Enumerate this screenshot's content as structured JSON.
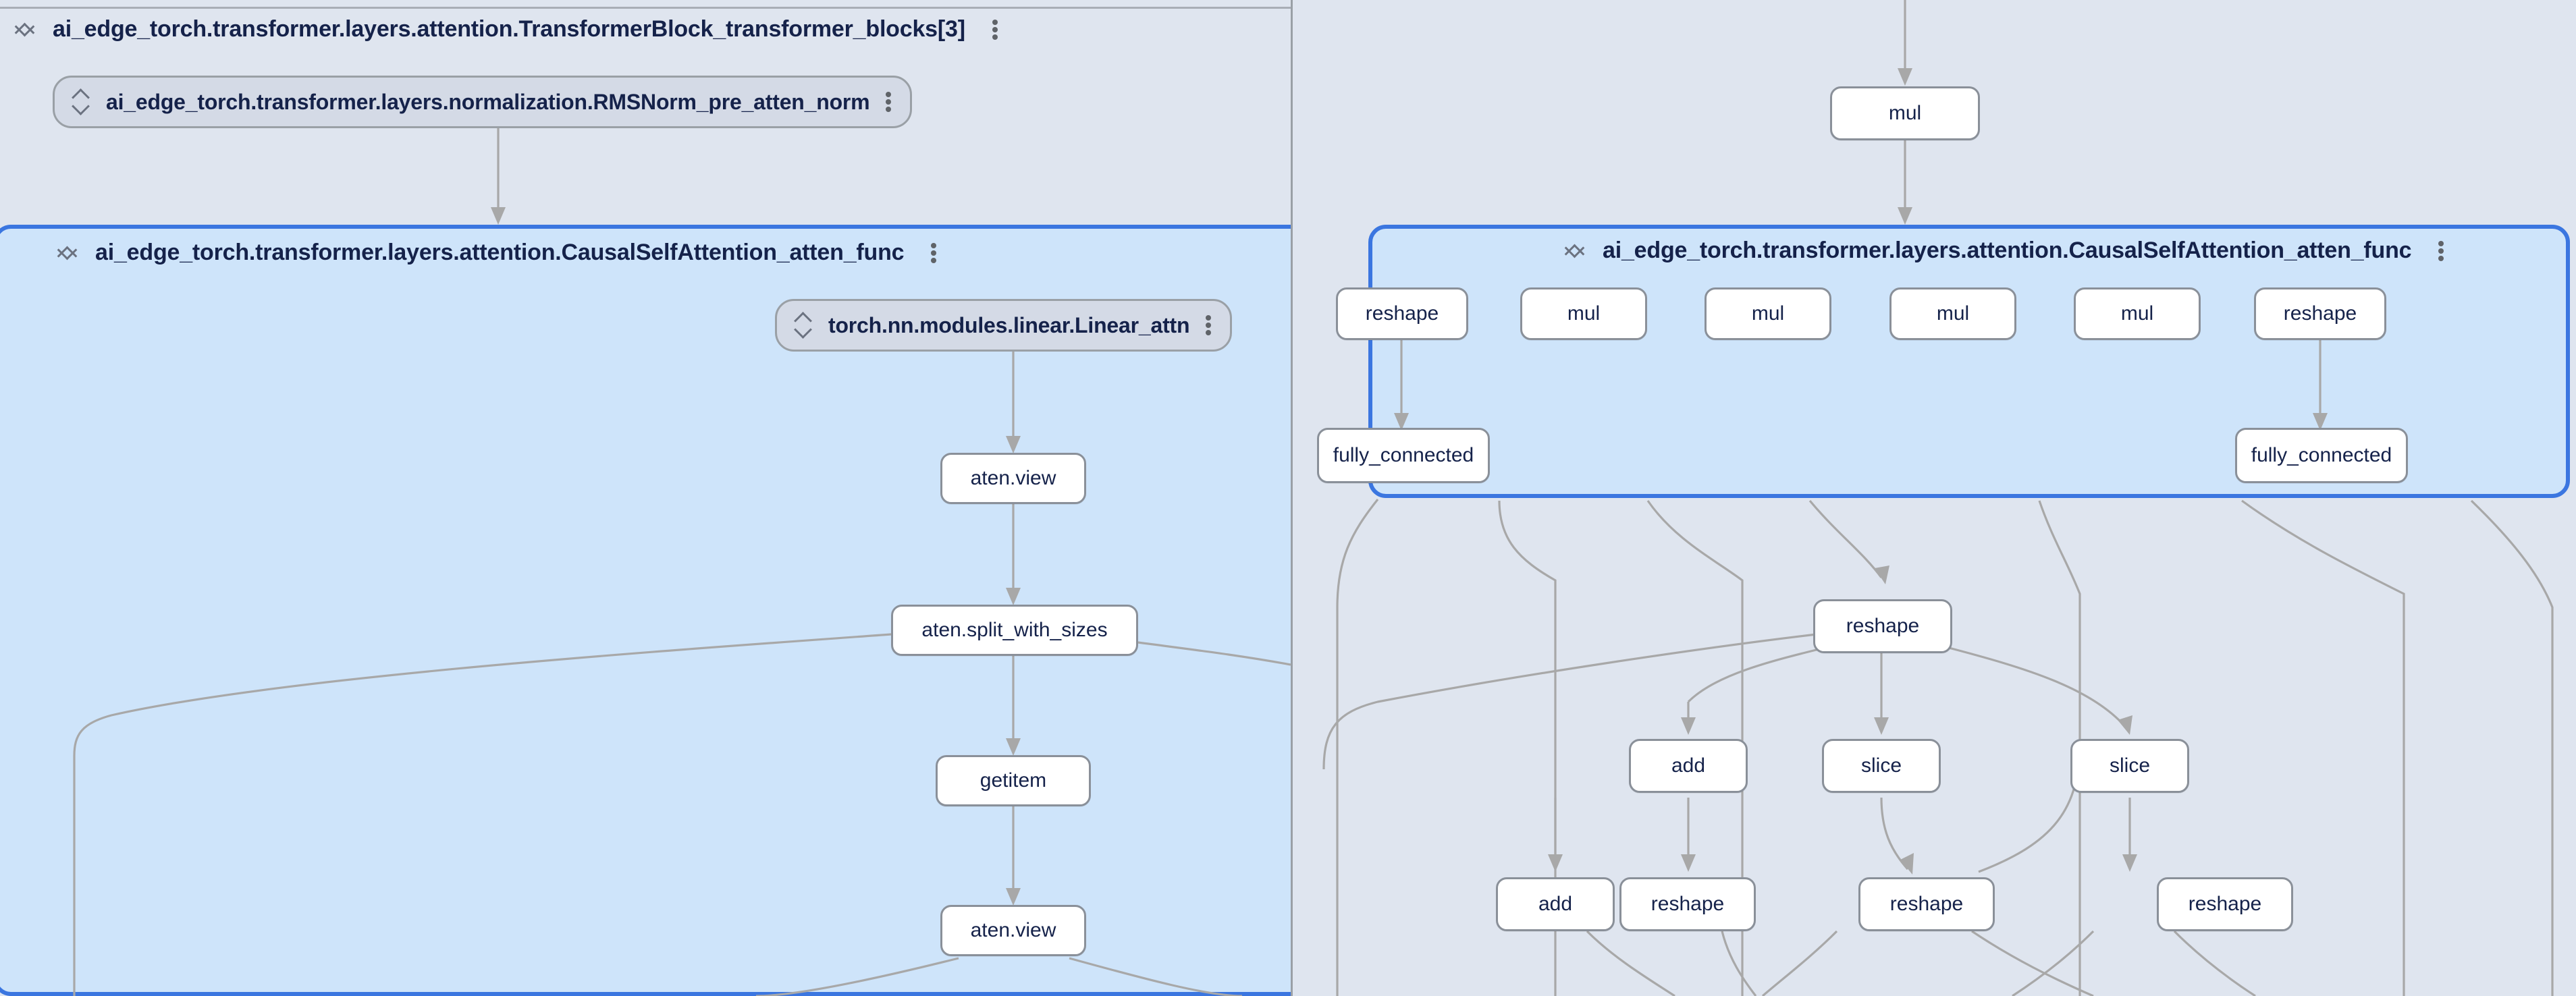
{
  "app": {
    "canvas_background": "#dfe5ef",
    "selection_color": "#3b76e0",
    "selection_fill": "#cee4fa",
    "node_text_color": "#15224a",
    "edge_color": "#a8a8a8"
  },
  "left_panel": {
    "header": {
      "label": "ai_edge_torch.transformer.layers.attention.TransformerBlock_transformer_blocks[3]",
      "collapse_icon": "collapse-chevrons-icon",
      "menu_icon": "kebab-menu-icon"
    },
    "norm_pill": {
      "label": "ai_edge_torch.transformer.layers.normalization.RMSNorm_pre_atten_norm",
      "expand_icon": "expand-chevrons-icon",
      "menu_icon": "kebab-menu-icon"
    },
    "selected_region": {
      "label": "ai_edge_torch.transformer.layers.attention.CausalSelfAttention_atten_func",
      "collapse_icon": "collapse-chevrons-icon",
      "menu_icon": "kebab-menu-icon"
    },
    "linear_pill": {
      "label": "torch.nn.modules.linear.Linear_attn",
      "expand_icon": "expand-chevrons-icon",
      "menu_icon": "kebab-menu-icon"
    },
    "nodes": [
      {
        "id": "l-view-1",
        "label": "aten.view"
      },
      {
        "id": "l-split",
        "label": "aten.split_with_sizes"
      },
      {
        "id": "l-getitem",
        "label": "getitem"
      },
      {
        "id": "l-view-2",
        "label": "aten.view"
      }
    ]
  },
  "right_panel": {
    "top_node": {
      "id": "r-mul-top",
      "label": "mul"
    },
    "selected_region": {
      "label": "ai_edge_torch.transformer.layers.attention.CausalSelfAttention_atten_func",
      "collapse_icon": "collapse-chevrons-icon",
      "menu_icon": "kebab-menu-icon"
    },
    "region_nodes": [
      {
        "id": "r-reshape-a",
        "label": "reshape"
      },
      {
        "id": "r-mul-1",
        "label": "mul"
      },
      {
        "id": "r-mul-2",
        "label": "mul"
      },
      {
        "id": "r-mul-3",
        "label": "mul"
      },
      {
        "id": "r-mul-4",
        "label": "mul"
      },
      {
        "id": "r-reshape-b",
        "label": "reshape"
      },
      {
        "id": "r-fc-1",
        "label": "fully_connected"
      },
      {
        "id": "r-fc-2",
        "label": "fully_connected"
      }
    ],
    "outside_nodes": [
      {
        "id": "r-reshape-c",
        "label": "reshape"
      },
      {
        "id": "r-add-1",
        "label": "add"
      },
      {
        "id": "r-slice-1",
        "label": "slice"
      },
      {
        "id": "r-slice-2",
        "label": "slice"
      },
      {
        "id": "r-add-2",
        "label": "add"
      },
      {
        "id": "r-reshape-d",
        "label": "reshape"
      },
      {
        "id": "r-reshape-e",
        "label": "reshape"
      },
      {
        "id": "r-reshape-f",
        "label": "reshape"
      }
    ]
  }
}
